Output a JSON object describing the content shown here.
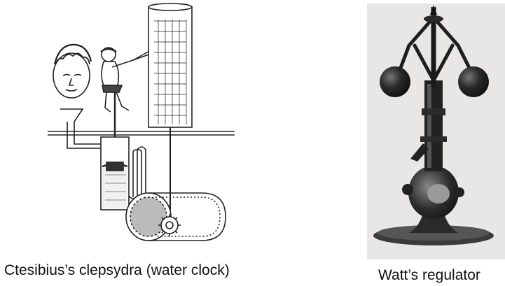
{
  "captions": {
    "left": "Ctesibius’s clepsydra (water clock)",
    "right": "Watt’s regulator"
  },
  "images": {
    "left": "clepsydra-illustration",
    "right": "watt-regulator-photo"
  }
}
